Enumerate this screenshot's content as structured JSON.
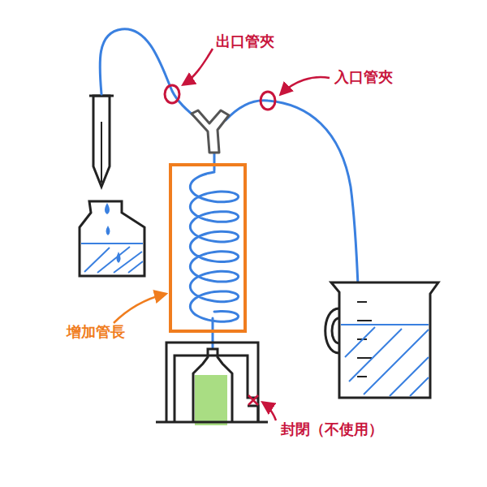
{
  "diagram": {
    "labels": [
      "出口管夾",
      "入口管夾",
      "增加管長",
      "封閉（不使用）"
    ]
  }
}
